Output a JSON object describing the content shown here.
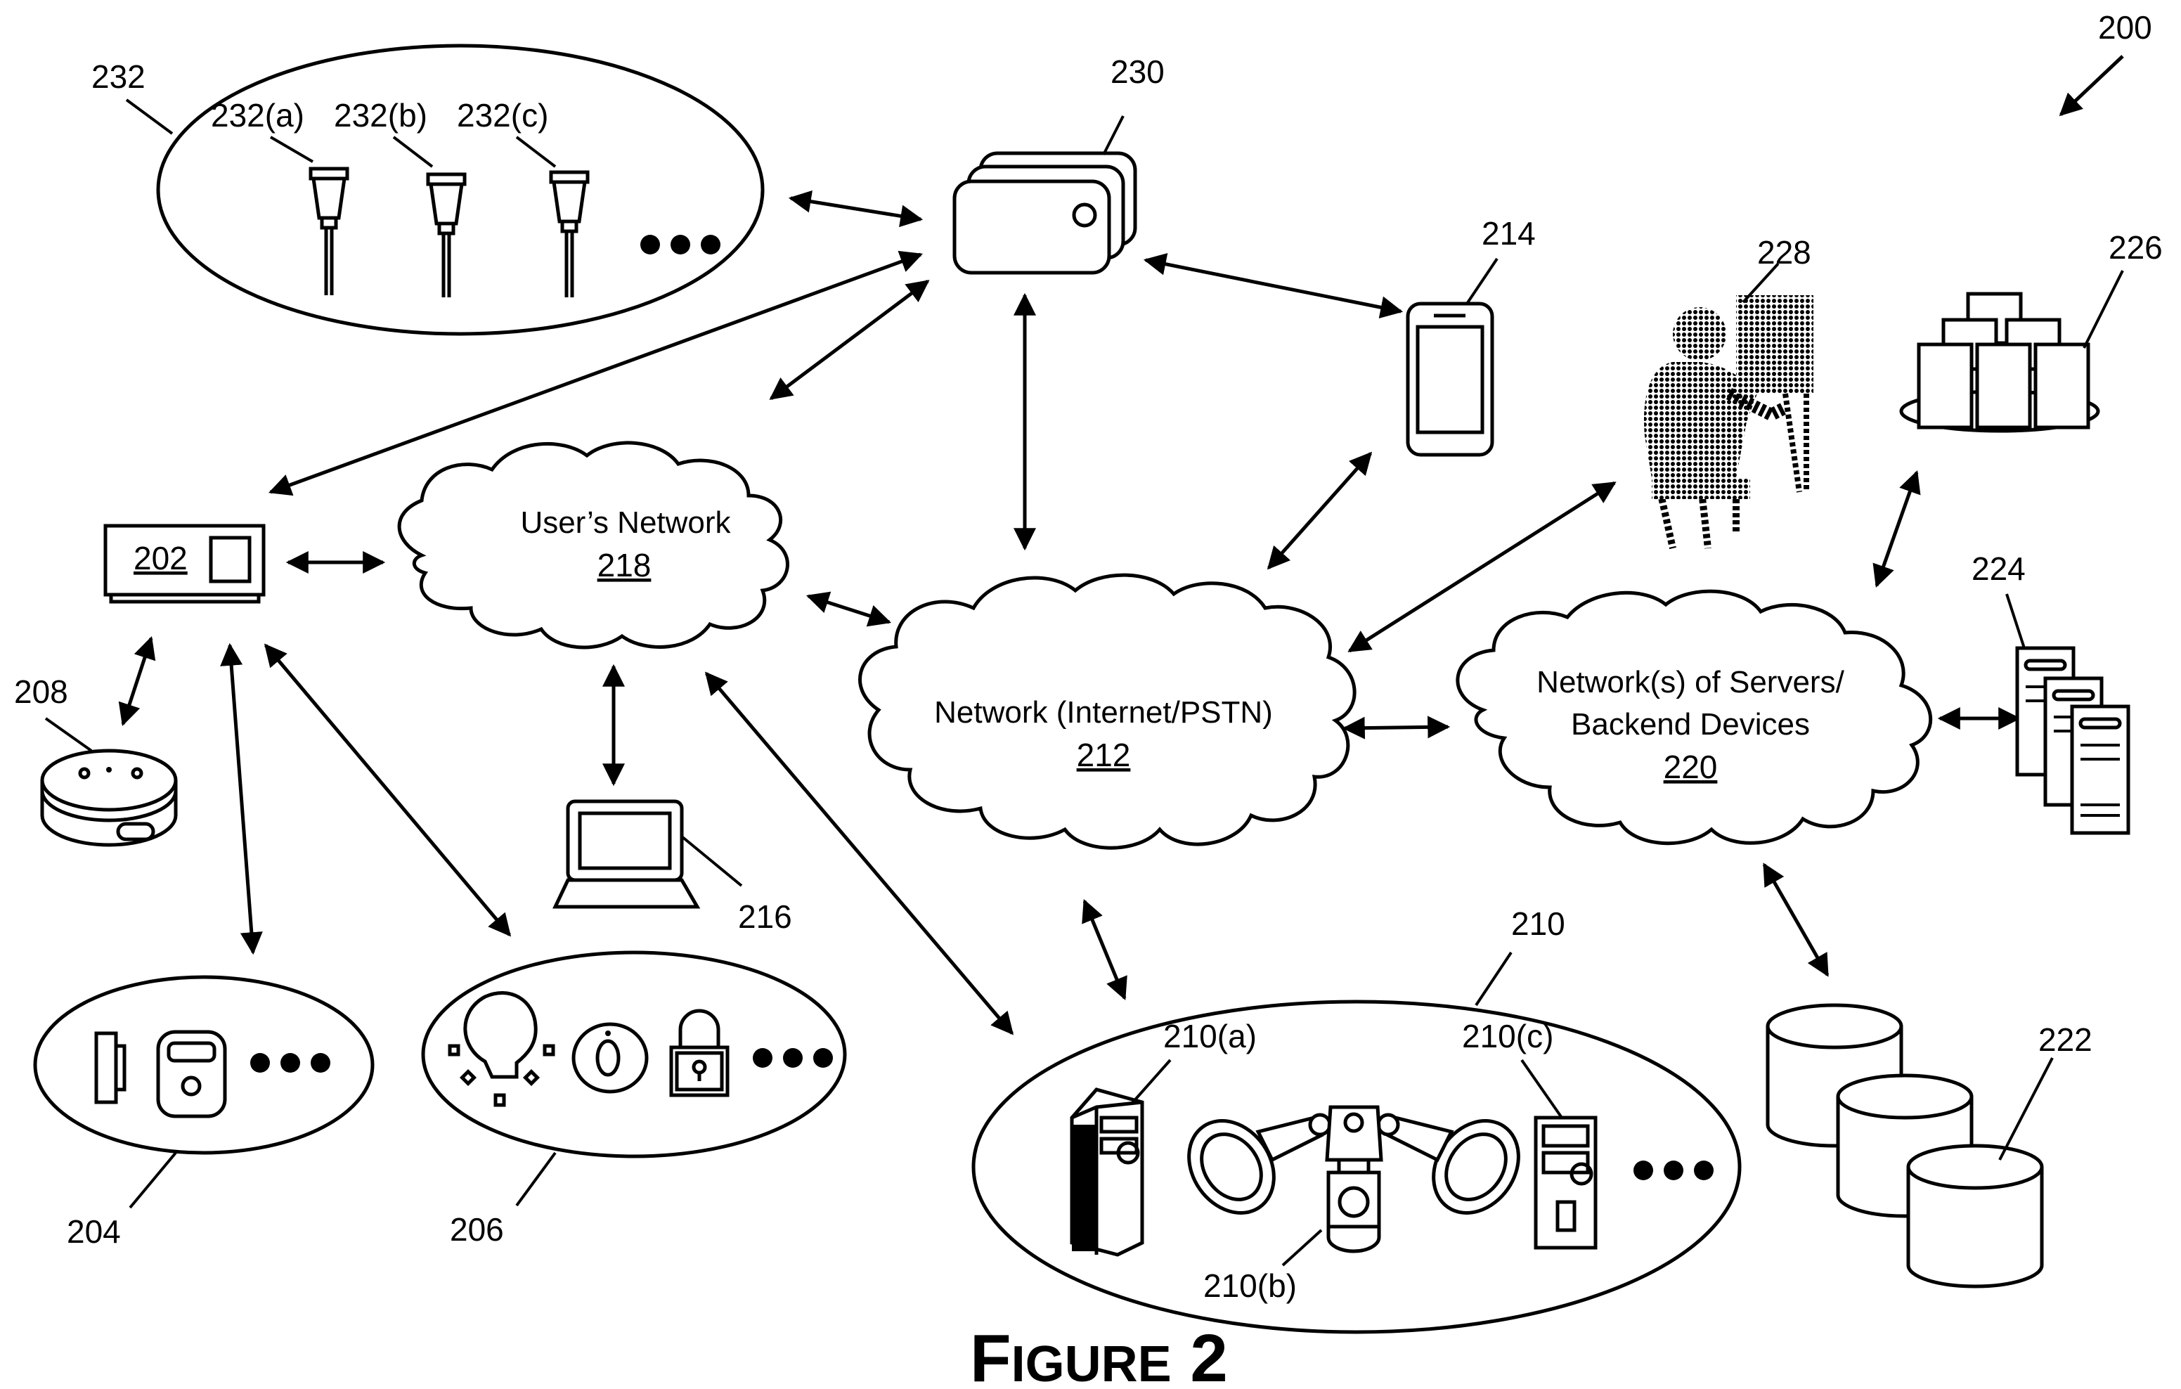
{
  "figure": {
    "caption_first": "F",
    "caption_rest": "IGURE",
    "caption_number": "2",
    "system_ref": "200"
  },
  "networks": {
    "users_network": {
      "label": "User’s Network",
      "ref": "218"
    },
    "internet": {
      "label": "Network (Internet/PSTN)",
      "ref": "212"
    },
    "servers": {
      "label_line1": "Network(s) of Servers/",
      "label_line2": "Backend Devices",
      "ref": "220"
    }
  },
  "devices": {
    "hub": {
      "ref": "202"
    },
    "sensors": {
      "ref": "204"
    },
    "automation": {
      "ref": "206"
    },
    "voice_assistant": {
      "ref": "208"
    },
    "av_devices": {
      "ref": "210",
      "a": "210(a)",
      "b": "210(b)",
      "c": "210(c)"
    },
    "smartphone": {
      "ref": "214"
    },
    "laptop": {
      "ref": "216"
    },
    "databases": {
      "ref": "222"
    },
    "api_servers": {
      "ref": "224"
    },
    "backend_stack": {
      "ref": "226"
    },
    "monitoring": {
      "ref": "228"
    },
    "light_controllers": {
      "ref": "230"
    },
    "lights": {
      "ref": "232",
      "a": "232(a)",
      "b": "232(b)",
      "c": "232(c)"
    }
  },
  "icons": [
    "smart-light-icon",
    "bridge-device-icon",
    "smartphone-icon",
    "operator-icon",
    "server-stack-icon",
    "hub-icon",
    "voice-assistant-icon",
    "laptop-icon",
    "server-icon",
    "database-icon",
    "door-sensor-icon",
    "motion-sensor-icon",
    "light-bulb-icon",
    "thermostat-icon",
    "lock-icon",
    "doorbell-icon",
    "floodlight-camera-icon"
  ]
}
